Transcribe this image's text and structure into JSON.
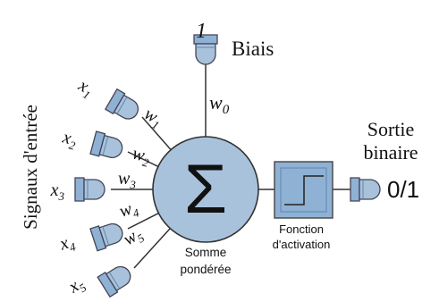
{
  "colors": {
    "accent": "#8fb1d4",
    "accent_dark": "#5c86b0",
    "line": "#333333",
    "text": "#111111"
  },
  "labels": {
    "bias_input": "1",
    "bias": "Biais",
    "inputs_group": "Signaux d'entrée",
    "output": [
      "Sortie",
      "binaire"
    ],
    "output_value": "0/1",
    "activation": [
      "Fonction",
      "d'activation"
    ],
    "sum_node": [
      "Somme",
      "pondérée"
    ],
    "sum_symbol": "Σ"
  },
  "inputs": [
    {
      "x": "x",
      "xi": "1",
      "w": "w",
      "wi": "1"
    },
    {
      "x": "x",
      "xi": "2",
      "w": "w",
      "wi": "2"
    },
    {
      "x": "x",
      "xi": "3",
      "w": "w",
      "wi": "3"
    },
    {
      "x": "x",
      "xi": "4",
      "w": "w",
      "wi": "4"
    },
    {
      "x": "x",
      "xi": "5",
      "w": "w",
      "wi": "5"
    }
  ],
  "bias_weight": {
    "w": "w",
    "wi": "0"
  },
  "icons": {
    "input_plug": "plug-icon",
    "output_plug": "plug-icon",
    "activation": "step-function-icon",
    "sum": "sigma-icon"
  }
}
